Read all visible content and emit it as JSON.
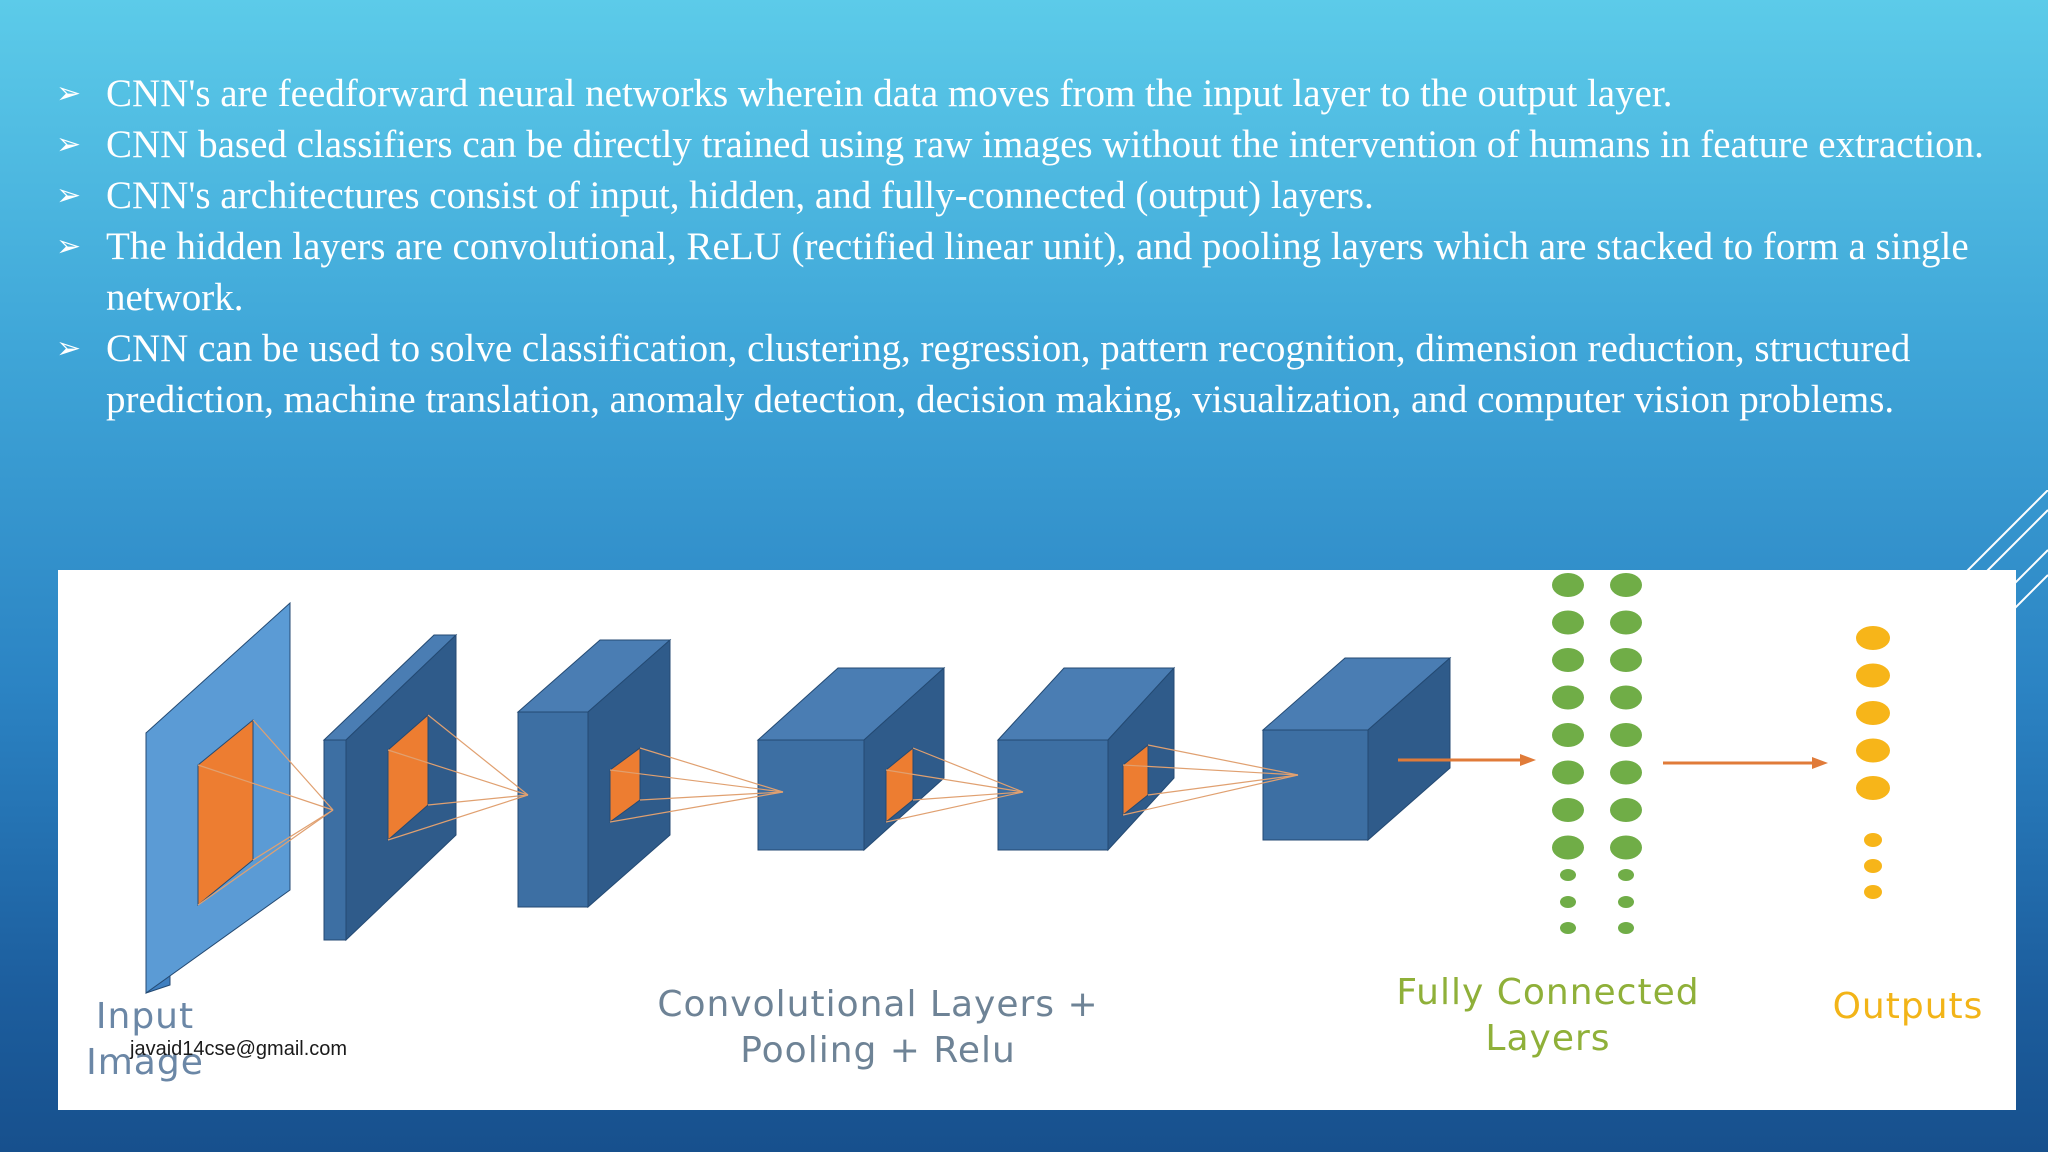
{
  "slide": {
    "bullets": [
      {
        "marker": "➢",
        "text": "CNN's are feedforward  neural networks wherein data moves from the input layer to the output layer."
      },
      {
        "marker": "➢",
        "text": "CNN based classifiers can be directly trained using raw images without the intervention of humans in feature extraction."
      },
      {
        "marker": "➢",
        "text": " CNN's architectures consist of input, hidden, and fully-connected (output) layers."
      },
      {
        "marker": "➢",
        "text": " The hidden layers are convolutional, ReLU (rectified linear unit), and pooling layers which are  stacked to form a single network."
      },
      {
        "marker": "➢",
        "text": "CNN can be used to solve classification, clustering, regression, pattern recognition, dimension reduction, structured prediction, machine translation, anomaly detection, decision making, visualization, and computer vision problems."
      }
    ]
  },
  "diagram": {
    "labels": {
      "input": "Input Image",
      "conv": "Convolutional Layers + Pooling + Relu",
      "fc": "Fully Connected Layers",
      "outputs": "Outputs"
    },
    "email": "javaid14cse@gmail.com",
    "colors": {
      "input_plane": "#5b9bd5",
      "block_front": "#3d6fa3",
      "block_side": "#2f5b8a",
      "block_top": "#4a7db3",
      "filter": "#ed7d31",
      "fc_node": "#70ad47",
      "output_node": "#f7b519"
    }
  }
}
